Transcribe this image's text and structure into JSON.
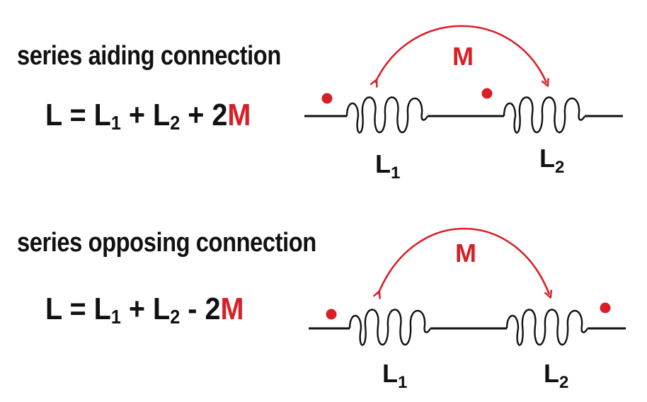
{
  "aiding": {
    "heading": "series aiding connection",
    "formula": {
      "lhs": "L",
      "eq": "=",
      "t1": "L",
      "t1_sub": "1",
      "op1": "+",
      "t2": "L",
      "t2_sub": "2",
      "op2": "+",
      "coef": "2",
      "mutual": "M"
    },
    "diagram": {
      "mutual_label": "M",
      "coil1_label": "L",
      "coil1_sub": "1",
      "coil2_label": "L",
      "coil2_sub": "2"
    }
  },
  "opposing": {
    "heading": "series opposing connection",
    "formula": {
      "lhs": "L",
      "eq": "=",
      "t1": "L",
      "t1_sub": "1",
      "op1": "+",
      "t2": "L",
      "t2_sub": "2",
      "op2": "-",
      "coef": "2",
      "mutual": "M"
    },
    "diagram": {
      "mutual_label": "M",
      "coil1_label": "L",
      "coil1_sub": "1",
      "coil2_label": "L",
      "coil2_sub": "2"
    }
  },
  "colors": {
    "accent": "#d81f26",
    "ink": "#111111"
  }
}
